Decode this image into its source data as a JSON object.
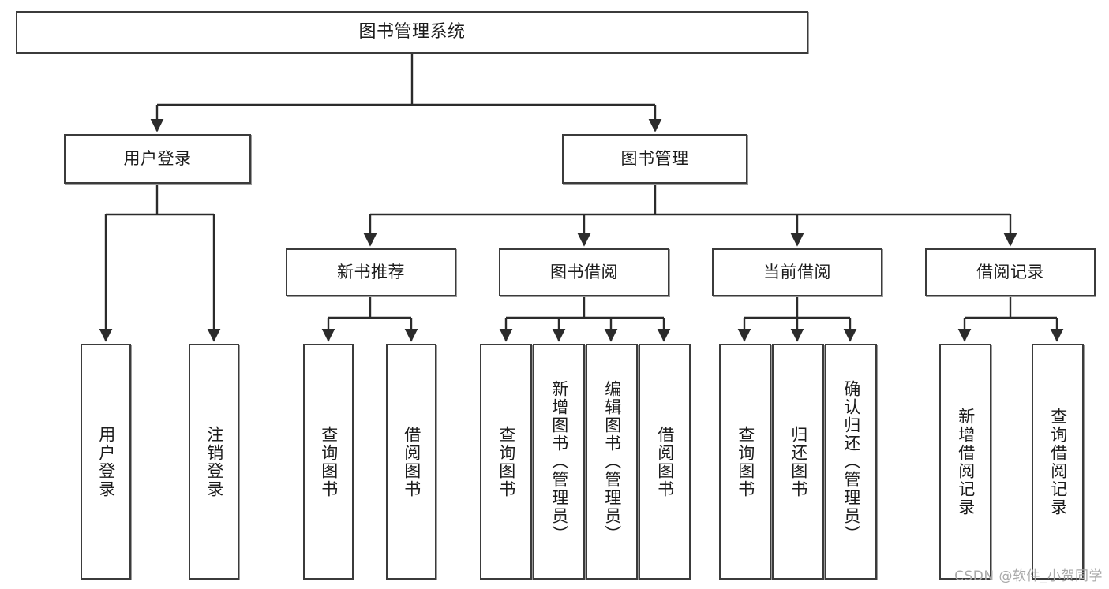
{
  "diagram": {
    "title": "图书管理系统",
    "type": "tree-hierarchy-chart",
    "colors": {
      "box_border": "#3b3b3b",
      "box_fill": "#ffffff",
      "edge": "#2b2b2b",
      "watermark": "#a9a9a9",
      "background": "#ffffff"
    },
    "root": {
      "label": "图书管理系统"
    },
    "level2": [
      {
        "label": "用户登录"
      },
      {
        "label": "图书管理"
      }
    ],
    "level3": [
      {
        "label": "新书推荐"
      },
      {
        "label": "图书借阅"
      },
      {
        "label": "当前借阅"
      },
      {
        "label": "借阅记录"
      }
    ],
    "leaves": {
      "user_login": [
        {
          "label": "用户登录"
        },
        {
          "label": "注销登录"
        }
      ],
      "new_book_recommend": [
        {
          "label": "查询图书"
        },
        {
          "label": "借阅图书"
        }
      ],
      "book_borrow": [
        {
          "label": "查询图书"
        },
        {
          "label": "新增图书（管理员）"
        },
        {
          "label": "编辑图书（管理员）"
        },
        {
          "label": "借阅图书"
        }
      ],
      "current_borrow": [
        {
          "label": "查询图书"
        },
        {
          "label": "归还图书"
        },
        {
          "label": "确认归还（管理员）"
        }
      ],
      "borrow_record": [
        {
          "label": "新增借阅记录"
        },
        {
          "label": "查询借阅记录"
        }
      ]
    },
    "watermark": "CSDN @软件_小贺同学"
  }
}
